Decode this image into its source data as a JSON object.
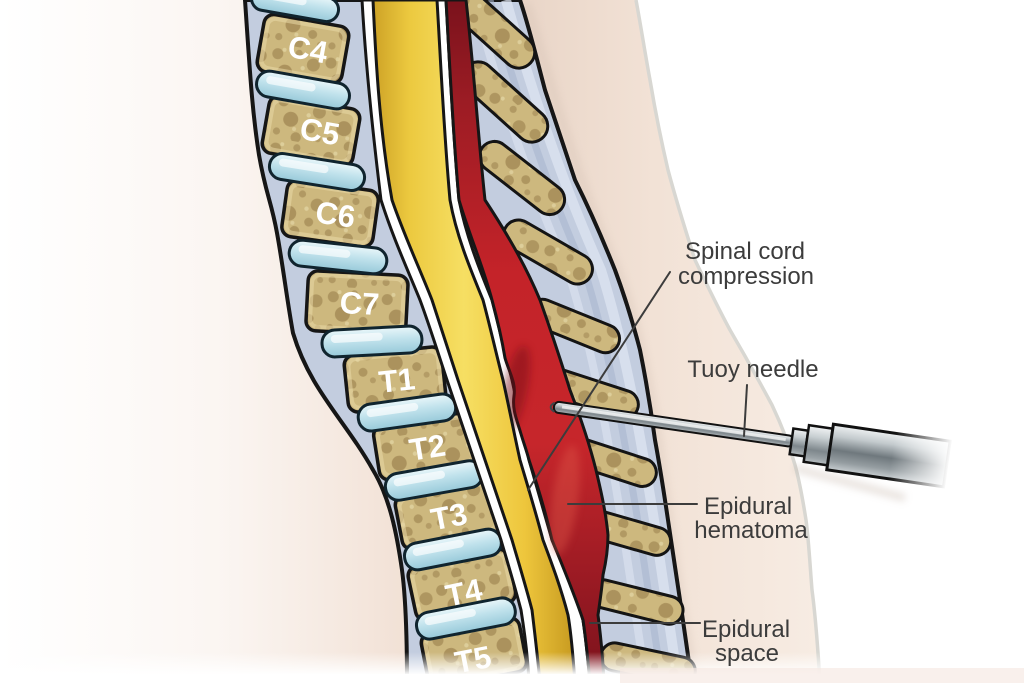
{
  "illustration": {
    "vertebra_labels": [
      "C4",
      "C5",
      "C6",
      "C7",
      "T1",
      "T2",
      "T3",
      "T4",
      "T5"
    ],
    "annotations": {
      "compression": {
        "line1": "Spinal cord",
        "line2": "compression"
      },
      "needle": {
        "label": "Tuoy needle"
      },
      "hematoma": {
        "line1": "Epidural",
        "line2": "hematoma"
      },
      "space": {
        "line1": "Epidural",
        "line2": "space"
      }
    },
    "colors": {
      "spinal_cord_yellow": "#f2d44f",
      "hematoma_red": "#c42329",
      "epidural_band_dark_red": "#7a121c",
      "bone_tan": "#cdb87e",
      "bone_speckle": "#8f7342",
      "disc_blue": "#c0e2ec",
      "ligament_gray_blue": "#c3cddf",
      "skin_tone": "#f0dfd3",
      "needle_metal": "#c2c9cc",
      "outline_black": "#161616",
      "label_text": "#3c3c3c",
      "vertebra_label_text": "#ffffff",
      "csf_white": "#ffffff"
    }
  }
}
